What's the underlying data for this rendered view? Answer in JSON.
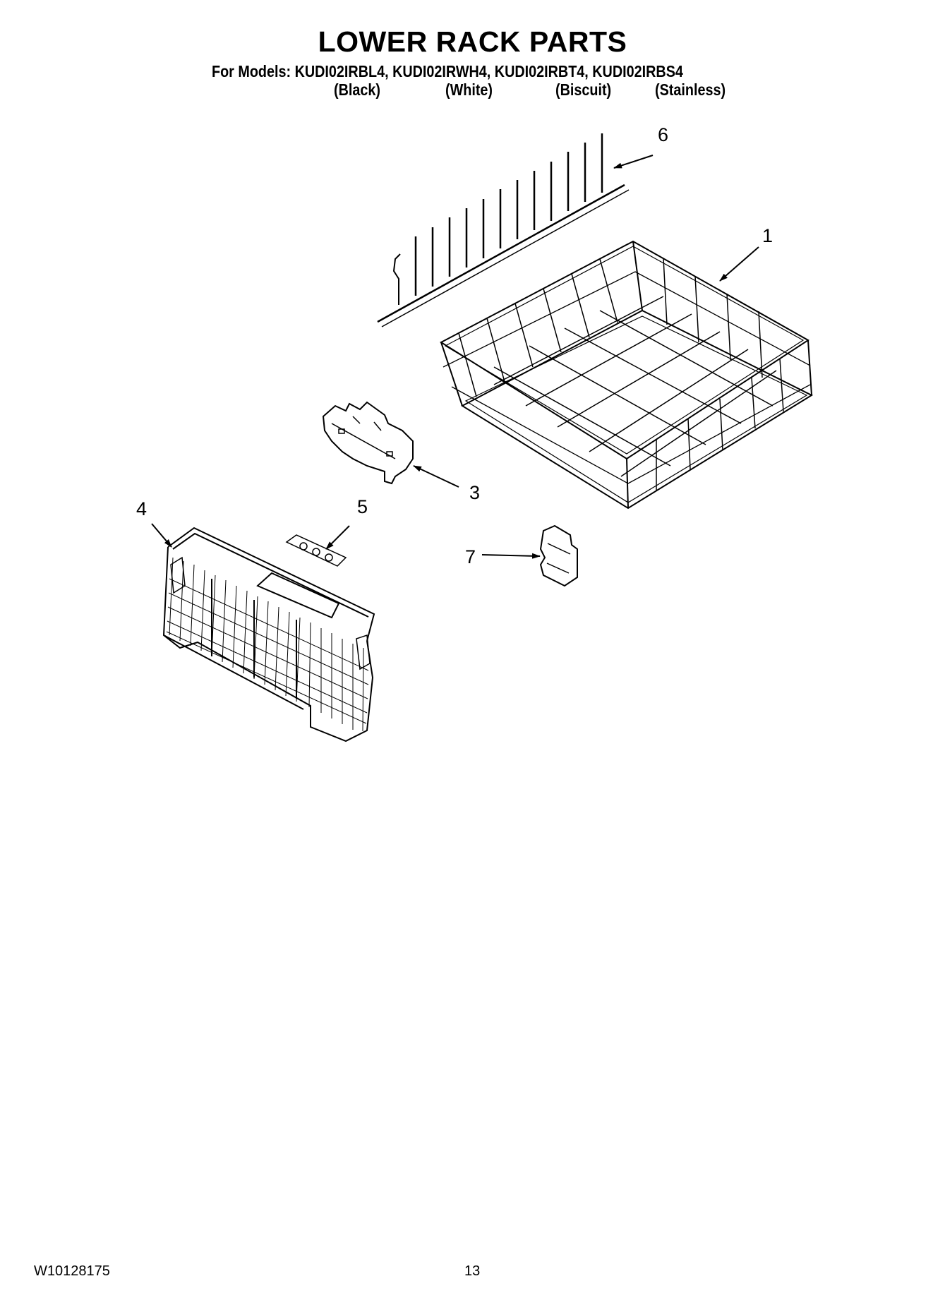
{
  "header": {
    "title": "LOWER RACK PARTS",
    "models_line": "For Models: KUDI02IRBL4, KUDI02IRWH4, KUDI02IRBT4, KUDI02IRBS4",
    "colors": [
      "(Black)",
      "(White)",
      "(Biscuit)",
      "(Stainless)"
    ]
  },
  "diagram": {
    "callouts": [
      "1",
      "3",
      "4",
      "5",
      "6",
      "7"
    ],
    "parts": [
      {
        "callout": "1",
        "icon": "wire-rack-icon"
      },
      {
        "callout": "3",
        "icon": "rack-clip-icon"
      },
      {
        "callout": "4",
        "icon": "silverware-basket-icon"
      },
      {
        "callout": "5",
        "icon": "basket-label-icon"
      },
      {
        "callout": "6",
        "icon": "tine-row-icon"
      },
      {
        "callout": "7",
        "icon": "stop-clip-icon"
      }
    ]
  },
  "footer": {
    "doc_number": "W10128175",
    "page_number": "13"
  }
}
